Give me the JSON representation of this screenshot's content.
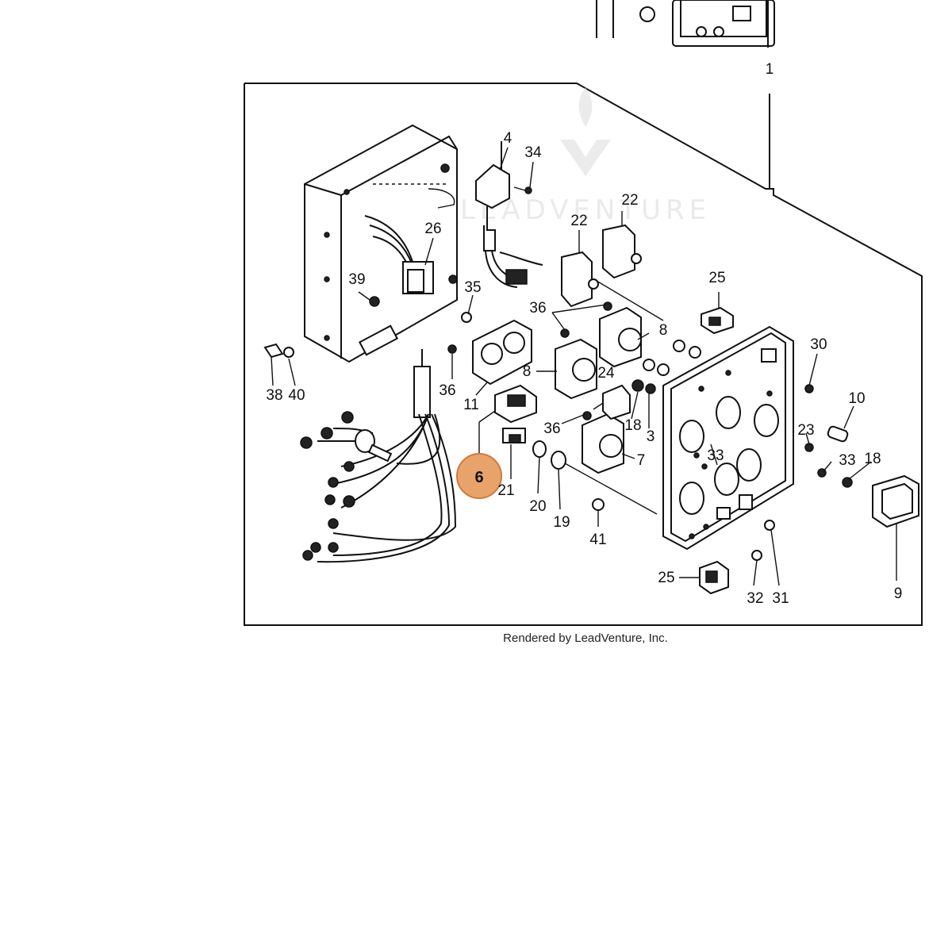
{
  "caption": "Rendered by LeadVenture, Inc.",
  "watermark": "LEADVENTURE",
  "highlight": {
    "label": "6",
    "color": "#e8a36a",
    "border": "#cf7a3c"
  },
  "callouts": [
    "1",
    "4",
    "34",
    "22",
    "22",
    "26",
    "39",
    "35",
    "25",
    "36",
    "8",
    "30",
    "38",
    "40",
    "36",
    "11",
    "8",
    "24",
    "10",
    "18",
    "3",
    "36",
    "23",
    "33",
    "6",
    "21",
    "7",
    "33",
    "18",
    "20",
    "19",
    "41",
    "25",
    "32",
    "31",
    "9"
  ]
}
